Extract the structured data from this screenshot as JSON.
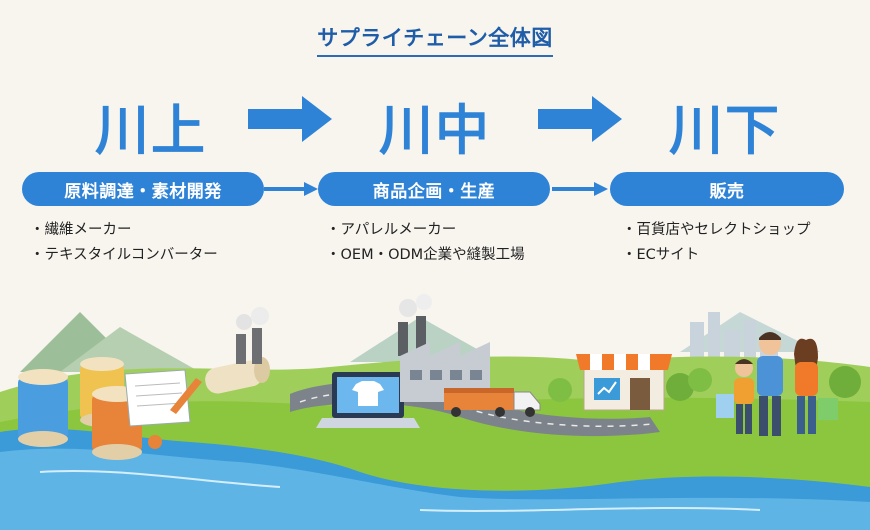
{
  "title": "サプライチェーン全体図",
  "stages": [
    {
      "heading": "川上",
      "pill": "原料調達・素材開発",
      "items": [
        "繊維メーカー",
        "テキスタイルコンバーター"
      ]
    },
    {
      "heading": "川中",
      "pill": "商品企画・生産",
      "items": [
        "アパレルメーカー",
        "OEM・ODM企業や縫製工場"
      ]
    },
    {
      "heading": "川下",
      "pill": "販売",
      "items": [
        "百貨店やセレクトショップ",
        "ECサイト"
      ]
    }
  ],
  "colors": {
    "accent": "#2f83d6",
    "title": "#1f5da8",
    "background": "#f8f5ef",
    "river": "#3b9ad8",
    "grass": "#8cc63f",
    "shop_awning": "#f07a2a"
  },
  "icons": [
    "arrow-right-icon",
    "thread-spool-icon",
    "notebook-icon",
    "fabric-roll-icon",
    "laptop-icon",
    "factory-icon",
    "truck-icon",
    "shop-icon",
    "family-shoppers-icon"
  ]
}
